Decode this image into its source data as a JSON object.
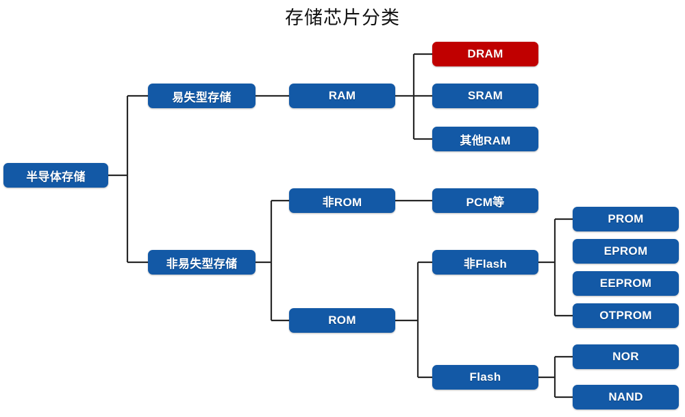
{
  "title": "存储芯片分类",
  "colors": {
    "node_blue": "#1359A6",
    "node_red": "#C00000",
    "connector": "#262626",
    "background": "#FFFFFF",
    "text": "#FFFFFF"
  },
  "nodes": {
    "root": {
      "label": "半导体存储",
      "color": "blue"
    },
    "volatile": {
      "label": "易失型存储",
      "color": "blue"
    },
    "nonvolatile": {
      "label": "非易失型存储",
      "color": "blue"
    },
    "ram": {
      "label": "RAM",
      "color": "blue"
    },
    "dram": {
      "label": "DRAM",
      "color": "red"
    },
    "sram": {
      "label": "SRAM",
      "color": "blue"
    },
    "other_ram": {
      "label": "其他RAM",
      "color": "blue"
    },
    "non_rom": {
      "label": "非ROM",
      "color": "blue"
    },
    "pcm": {
      "label": "PCM等",
      "color": "blue"
    },
    "rom": {
      "label": "ROM",
      "color": "blue"
    },
    "non_flash": {
      "label": "非Flash",
      "color": "blue"
    },
    "prom": {
      "label": "PROM",
      "color": "blue"
    },
    "eprom": {
      "label": "EPROM",
      "color": "blue"
    },
    "eeprom": {
      "label": "EEPROM",
      "color": "blue"
    },
    "otprom": {
      "label": "OTPROM",
      "color": "blue"
    },
    "flash": {
      "label": "Flash",
      "color": "blue"
    },
    "nor": {
      "label": "NOR",
      "color": "blue"
    },
    "nand": {
      "label": "NAND",
      "color": "blue"
    }
  },
  "hierarchy": [
    {
      "label": "半导体存储",
      "children": [
        {
          "label": "易失型存储",
          "children": [
            {
              "label": "RAM",
              "children": [
                {
                  "label": "DRAM",
                  "children": []
                },
                {
                  "label": "SRAM",
                  "children": []
                },
                {
                  "label": "其他RAM",
                  "children": []
                }
              ]
            }
          ]
        },
        {
          "label": "非易失型存储",
          "children": [
            {
              "label": "非ROM",
              "children": [
                {
                  "label": "PCM等",
                  "children": []
                }
              ]
            },
            {
              "label": "ROM",
              "children": [
                {
                  "label": "非Flash",
                  "children": [
                    {
                      "label": "PROM",
                      "children": []
                    },
                    {
                      "label": "EPROM",
                      "children": []
                    },
                    {
                      "label": "EEPROM",
                      "children": []
                    },
                    {
                      "label": "OTPROM",
                      "children": []
                    }
                  ]
                },
                {
                  "label": "Flash",
                  "children": [
                    {
                      "label": "NOR",
                      "children": []
                    },
                    {
                      "label": "NAND",
                      "children": []
                    }
                  ]
                }
              ]
            }
          ]
        }
      ]
    }
  ]
}
